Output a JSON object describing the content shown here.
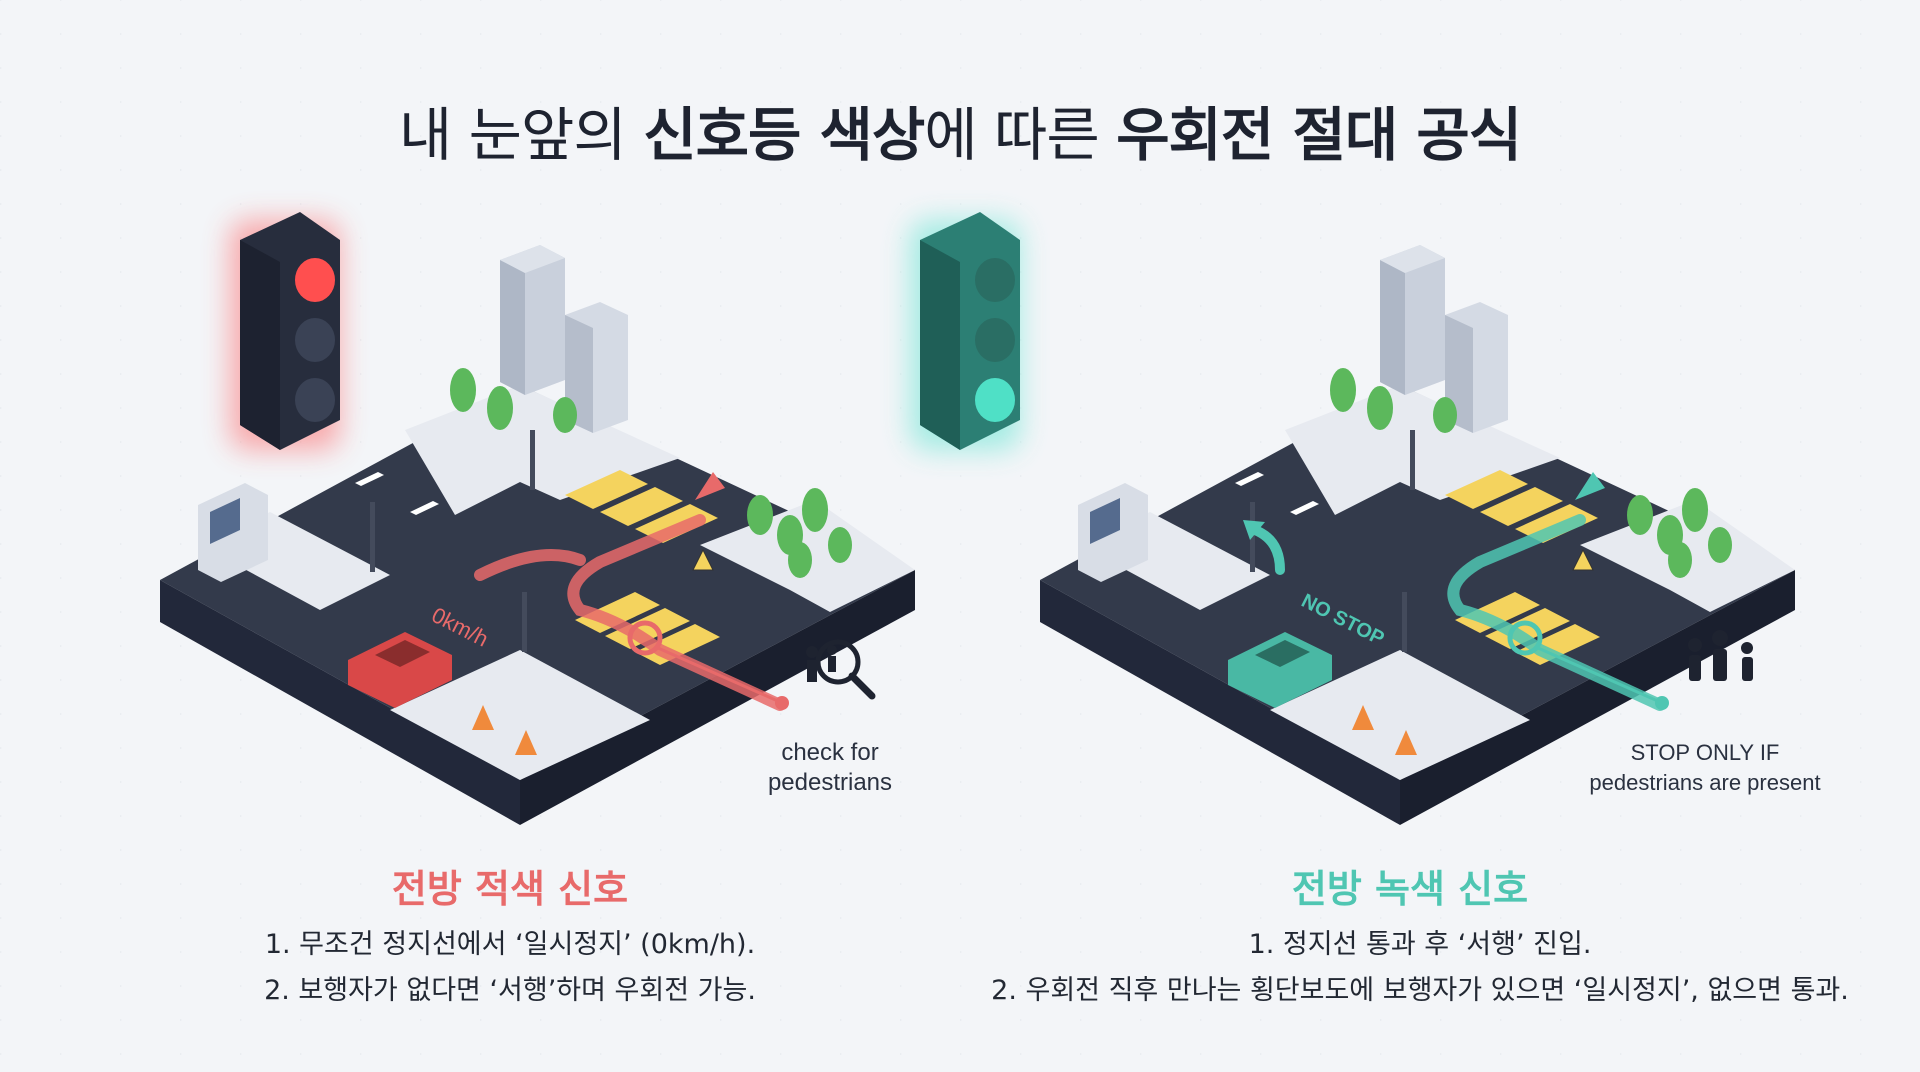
{
  "title": {
    "part1": "내 눈앞의",
    "part2": "신호등 색상",
    "part3": "에 따른",
    "part4": "우회전 절대 공식"
  },
  "colors": {
    "red_accent": "#e86a6a",
    "green_accent": "#4fc6b2",
    "road": "#3b4152",
    "crosswalk": "#f4d35e",
    "sidewalk": "#e7eaf0"
  },
  "left_panel": {
    "signal_icon": "red-traffic-light-icon",
    "speed_label": "0km/h",
    "callout": [
      "check for",
      "pedestrians"
    ],
    "callout_icon": "pedestrian-magnifier-icon",
    "heading": "전방 적색 신호",
    "rules": [
      "1. 무조건 정지선에서 ‘일시정지’ (0km/h).",
      "2. 보행자가 없다면 ‘서행’하며 우회전 가능."
    ]
  },
  "right_panel": {
    "signal_icon": "green-traffic-light-icon",
    "road_label": "NO STOP",
    "callout": [
      "STOP ONLY IF",
      "pedestrians are present"
    ],
    "callout_icon": "pedestrian-group-icon",
    "heading": "전방 녹색 신호",
    "rules": [
      "1. 정지선 통과 후 ‘서행’ 진입.",
      "2. 우회전 직후 만나는 횡단보도에 보행자가 있으면 ‘일시정지’, 없으면 통과."
    ]
  }
}
